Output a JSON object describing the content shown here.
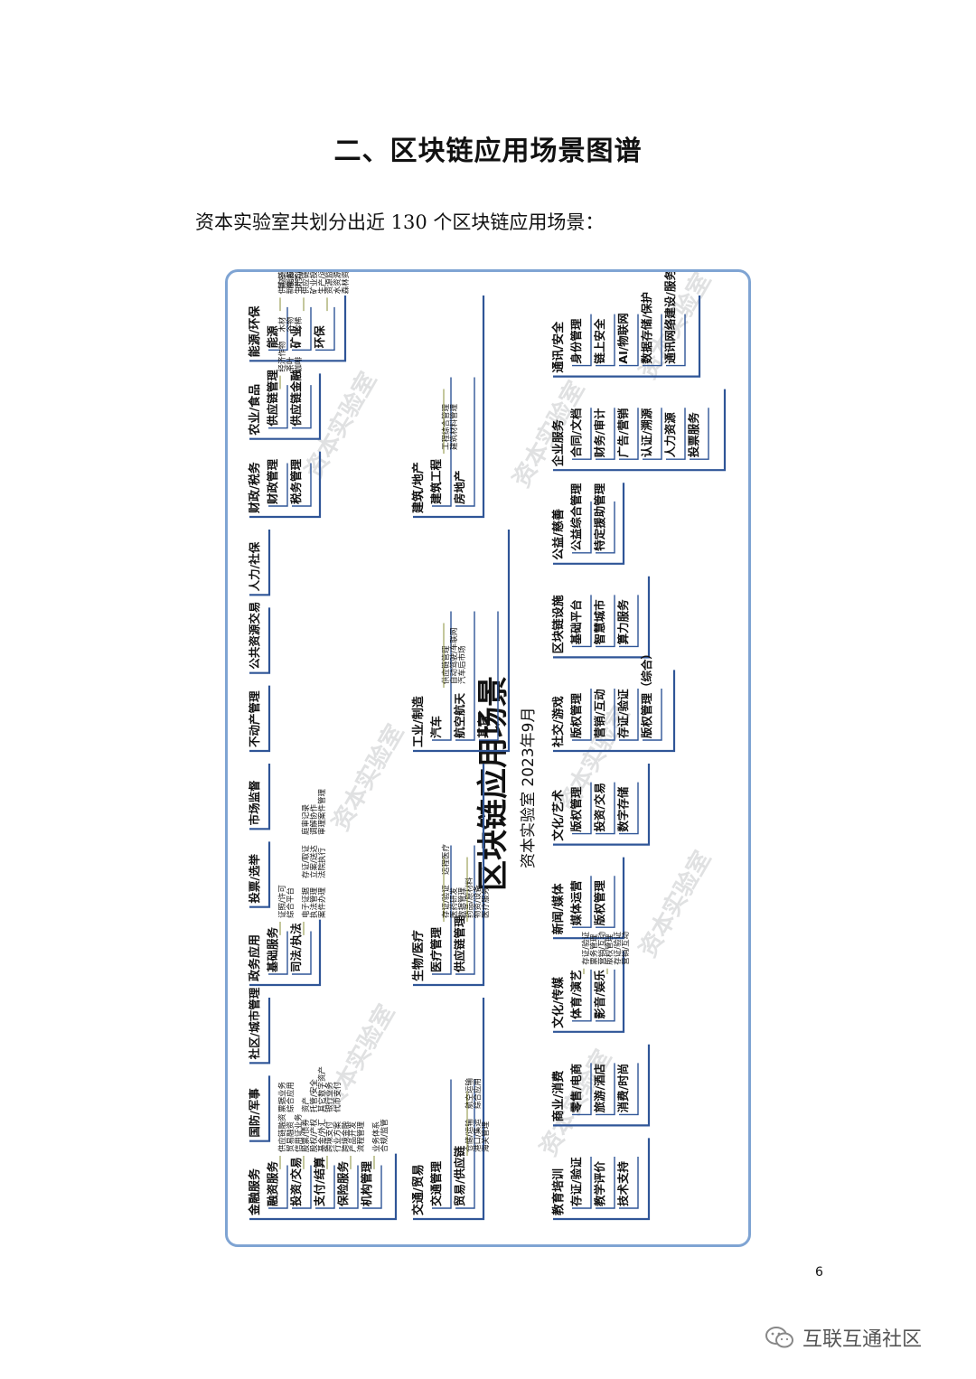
{
  "heading": "二、区块链应用场景图谱",
  "intro": "资本实验室共划分出近 130 个区块链应用场景：",
  "map": {
    "center": {
      "title": "区块链应用场景",
      "subtitle": "资本实验室  2023年9月"
    },
    "columns": [
      {
        "nodes": [
          {
            "label": "能源/环保",
            "kind": "main",
            "children": [
              {
                "label": "能源",
                "children": [
                  "供应链管理",
                  "新能源投资/交易",
                  "生产/运营"
                ]
              },
              {
                "label": "矿业",
                "children": [
                  "供应链管理",
                  "矿业投资/交易",
                  "生产/运营"
                ]
              },
              {
                "label": "环保",
                "children": [
                  "资源监测/管理",
                  "水资源",
                  "森林资源",
                  "碳排放管理",
                  "碳足迹",
                  "碳排放/核查",
                  "资源回收/利用",
                  "综合/其它",
                  "装备/审计",
                  "交易/配额"
                ]
              }
            ]
          },
          {
            "label": "农业/食品",
            "kind": "main",
            "children": [
              {
                "label": "供应链管理",
                "children": [
                  "经济作物",
                  "茶叶",
                  "咖啡",
                  "木材",
                  "谷物",
                  "珍稀",
                  "其它",
                  "粮油产品",
                  "肉类产品",
                  "蔬果产品",
                  "乳制品",
                  "酒水饮料",
                  "综合应用"
                ]
              },
              {
                "label": "供应链金融",
                "children": []
              }
            ]
          },
          {
            "label": "财政/税务",
            "kind": "main",
            "children": [
              {
                "label": "财政管理",
                "children": []
              },
              {
                "label": "税务管理",
                "children": []
              }
            ]
          },
          {
            "label": "人力/社保",
            "kind": "sub",
            "children": []
          },
          {
            "label": "公共资源交易",
            "kind": "sub",
            "children": []
          },
          {
            "label": "不动产管理",
            "kind": "sub",
            "children": []
          },
          {
            "label": "市场监督",
            "kind": "sub",
            "children": []
          },
          {
            "label": "投票/选举",
            "kind": "sub",
            "children": []
          },
          {
            "label": "政务应用",
            "kind": "main",
            "children": [
              {
                "label": "基础服务",
                "children": [
                  "证照/许可",
                  "综合平台"
                ]
              },
              {
                "label": "司法/执法",
                "children": [
                  "电子证据",
                  "执法管理",
                  "案件办理",
                  "存证/取证",
                  "立案/送达",
                  "法院执行",
                  "庭审记录",
                  "调解协作",
                  "审理案件管理"
                ]
              }
            ]
          },
          {
            "label": "社区/城市管理",
            "kind": "sub",
            "children": []
          },
          {
            "label": "国防/军事",
            "kind": "sub",
            "children": []
          },
          {
            "label": "金融服务",
            "kind": "main",
            "children": [
              {
                "label": "融资服务",
                "children": [
                  "供应链融资",
                  "贸易融资",
                  "信用证业务",
                  "票据业务",
                  "综合应用"
                ]
              },
              {
                "label": "投资/交易",
                "children": [
                  "股票/债券",
                  "股权/产权",
                  "基金/外汇",
                  "资产",
                  "托管/安全",
                  "其它数字资产"
                ]
              },
              {
                "label": "支付/结算",
                "children": [
                  "跨境支付",
                  "行业方案",
                  "跨境金融",
                  "银行业务",
                  "代币支付"
                ]
              },
              {
                "label": "保险服务",
                "children": [
                  "产品开发",
                  "流程管理"
                ]
              },
              {
                "label": "机构管理",
                "children": [
                  "业务体系",
                  "合规/监管"
                ]
              }
            ]
          }
        ]
      },
      {
        "nodes": [
          {
            "label": "建筑/地产",
            "kind": "main",
            "children": [
              {
                "label": "建筑工程",
                "children": [
                  "工程综合管理",
                  "建筑材料管理"
                ]
              },
              {
                "label": "房地产",
                "children": []
              }
            ]
          },
          {
            "label": "工业/制造",
            "kind": "main",
            "children": [
              {
                "label": "汽车",
                "children": [
                  "供应链管理",
                  "自动驾驶/车联网",
                  "汽车后市场"
                ]
              },
              {
                "label": "航空航天",
                "children": []
              },
              {
                "label": "其它",
                "children": []
              }
            ]
          },
          {
            "label": "生物/医疗",
            "kind": "main",
            "children": [
              {
                "label": "医疗管理",
                "children": [
                  "存证/验证",
                  "医药研发",
                  "数据管理",
                  "远程医疗"
                ]
              },
              {
                "label": "供应链管理",
                "children": [
                  "药品/原材料",
                  "物资/设备",
                  "医疗服务"
                ]
              }
            ]
          },
          {
            "label": "交通/贸易",
            "kind": "main",
            "children": [
              {
                "label": "交通管理",
                "children": []
              },
              {
                "label": "贸易/供应链",
                "children": [
                  "仓储/运输",
                  "港口/集运",
                  "海关管理",
                  "航空运输",
                  "综合应用"
                ]
              }
            ]
          }
        ]
      },
      {
        "nodes": [
          {
            "label": "通讯/安全",
            "kind": "main",
            "children": [
              {
                "label": "身份管理",
                "children": []
              },
              {
                "label": "链上安全",
                "children": []
              },
              {
                "label": "AI/物联网",
                "children": []
              },
              {
                "label": "数据存储/保护",
                "children": []
              },
              {
                "label": "通讯网络建设/服务",
                "children": []
              }
            ]
          },
          {
            "label": "企业服务",
            "kind": "main",
            "children": [
              {
                "label": "合同/文档",
                "children": []
              },
              {
                "label": "财务/审计",
                "children": []
              },
              {
                "label": "广告/营销",
                "children": []
              },
              {
                "label": "认证/溯源",
                "children": []
              },
              {
                "label": "人力资源",
                "children": []
              },
              {
                "label": "投票服务",
                "children": []
              }
            ]
          },
          {
            "label": "公益/慈善",
            "kind": "main",
            "children": [
              {
                "label": "公益综合管理",
                "children": []
              },
              {
                "label": "特定援助管理",
                "children": []
              }
            ]
          },
          {
            "label": "区块链设施",
            "kind": "main",
            "children": [
              {
                "label": "基础平台",
                "children": []
              },
              {
                "label": "智慧城市",
                "children": []
              },
              {
                "label": "算力服务",
                "children": []
              }
            ]
          },
          {
            "label": "社交/游戏",
            "kind": "main",
            "children": [
              {
                "label": "版权管理",
                "children": []
              },
              {
                "label": "营销/互动",
                "children": []
              },
              {
                "label": "存证/验证",
                "children": []
              },
              {
                "label": "版权管理（综合）",
                "children": []
              }
            ]
          },
          {
            "label": "文化/艺术",
            "kind": "main",
            "children": [
              {
                "label": "版权管理",
                "children": []
              },
              {
                "label": "投资/交易",
                "children": []
              },
              {
                "label": "数字存储",
                "children": []
              }
            ]
          },
          {
            "label": "新闻/媒体",
            "kind": "main",
            "children": [
              {
                "label": "媒体运营",
                "children": []
              },
              {
                "label": "版权管理",
                "children": []
              }
            ]
          },
          {
            "label": "文化/传媒",
            "kind": "main",
            "children": [
              {
                "label": "体育/演艺",
                "children": [
                  "存证/验证",
                  "票务管理",
                  "营销/互动"
                ]
              },
              {
                "label": "影音/娱乐",
                "children": [
                  "版权管理",
                  "存证/验证",
                  "营销/互动"
                ]
              }
            ]
          },
          {
            "label": "商业/消费",
            "kind": "main",
            "children": [
              {
                "label": "零售/电商",
                "children": []
              },
              {
                "label": "旅游/酒店",
                "children": []
              },
              {
                "label": "消费/时尚",
                "children": []
              }
            ]
          },
          {
            "label": "教育培训",
            "kind": "main",
            "children": [
              {
                "label": "存证/验证",
                "children": []
              },
              {
                "label": "教学评价",
                "children": []
              },
              {
                "label": "技术支持",
                "children": []
              }
            ]
          }
        ]
      }
    ],
    "watermark": "资本实验室"
  },
  "page_number": "6",
  "footer": {
    "icon": "wechat-icon",
    "text": "互联互通社区"
  }
}
